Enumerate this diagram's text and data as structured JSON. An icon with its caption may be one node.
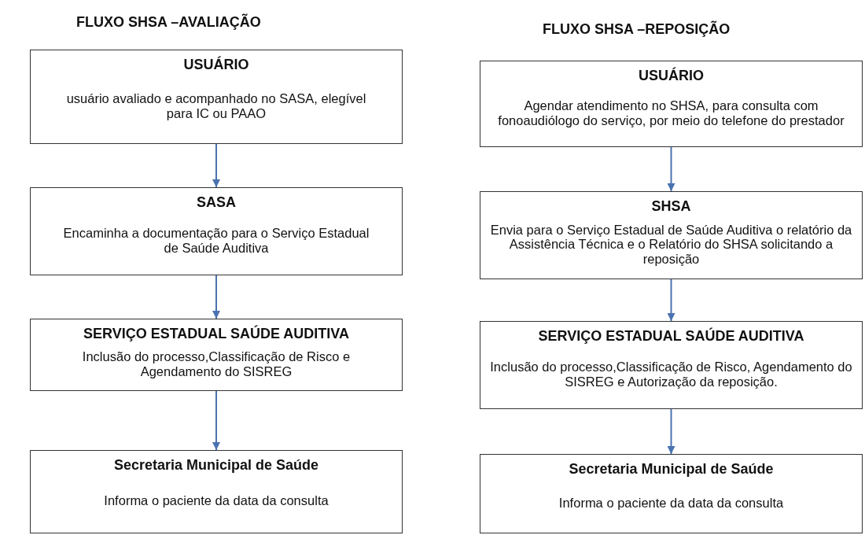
{
  "diagram": {
    "nodes": [
      {
        "text": [
          "USUÁRIO",
          "usuário avaliado e acompanhado no SASA, elegível para IC ou PAAO"
        ]
      },
      {
        "text": [
          "SASA",
          "Encaminha a documentação para o Serviço Estadual de Saúde Auditiva"
        ]
      },
      {
        "text": [
          "SERVIÇO ESTADUAL SAÚDE AUDITIVA",
          "Inclusão do processo,Classificação de Risco e Agendamento do SISREG"
        ]
      },
      {
        "text": [
          "Secretaria Municipal de Saúde",
          "Informa o paciente da data da consulta"
        ]
      },
      {
        "text": [
          "USUÁRIO",
          "Agendar atendimento no SHSA, para consulta com fonoaudiólogo do serviço, por meio do telefone do prestador"
        ]
      },
      {
        "text": [
          "SHSA",
          "Envia para o Serviço Estadual de Saúde Auditiva o relatório da Assistência Técnica e o Relatório do SHSA solicitando a reposição"
        ]
      },
      {
        "text": [
          "SERVIÇO ESTADUAL SAÚDE AUDITIVA",
          "Inclusão do processo,Classificação de Risco, Agendamento do SISREG e Autorização da reposição."
        ]
      },
      {
        "text": [
          "Secretaria Municipal de Saúde",
          "Informa o paciente da data da consulta"
        ]
      }
    ],
    "edges": [
      {
        "from": 0,
        "to": 1,
        "arrow": "to"
      },
      {
        "from": 1,
        "to": 2,
        "arrow": "to"
      },
      {
        "from": 2,
        "to": 3,
        "arrow": "to"
      },
      {
        "from": 4,
        "to": 5,
        "arrow": "to"
      },
      {
        "from": 5,
        "to": 6,
        "arrow": "to"
      },
      {
        "from": 6,
        "to": 7,
        "arrow": "to"
      }
    ],
    "labels": [
      "FLUXO SHSA –AVALIAÇÃO",
      "FLUXO SHSA –REPOSIÇÃO"
    ]
  }
}
